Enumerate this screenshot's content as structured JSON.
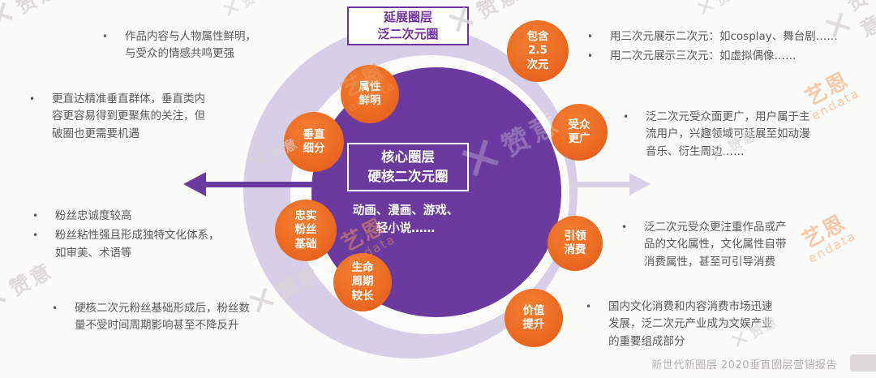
{
  "slide": {
    "footer_source": "新世代新圈层 2020垂直圈层营销报告"
  },
  "diagram": {
    "extended_layer_label": "延展圈层\n泛二次元圈",
    "core": {
      "title": "核心圈层\n硬核二次元圈",
      "examples": "动画、漫画、游戏、\n轻小说……"
    },
    "core_badges": [
      {
        "label": "属性\n鲜明"
      },
      {
        "label": "垂直\n细分"
      },
      {
        "label": "忠实\n粉丝\n基础"
      },
      {
        "label": "生命\n周期\n较长"
      }
    ],
    "extended_badges": [
      {
        "label": "包含\n2.5\n次元"
      },
      {
        "label": "受众\n更广"
      },
      {
        "label": "引领\n消费"
      },
      {
        "label": "价值\n提升"
      }
    ]
  },
  "notes": {
    "core_left": [
      {
        "items": [
          "作品内容与人物属性鲜明，\n与受众的情感共鸣更强"
        ]
      },
      {
        "items": [
          "更直达精准垂直群体，垂直类内\n容更容易得到更聚焦的关注，但\n破圈也更需要机遇"
        ]
      },
      {
        "items": [
          "粉丝忠诚度较高",
          "粉丝粘性强且形成独特文化体系，\n如审美、术语等"
        ]
      },
      {
        "items": [
          "硬核二次元粉丝基础形成后，粉丝数\n量不受时间周期影响甚至不降反升"
        ]
      }
    ],
    "extended_right": [
      {
        "items": [
          "用三次元展示二次元：如cosplay、舞台剧……",
          "用二次元展示三次元：如虚拟偶像……"
        ]
      },
      {
        "items": [
          "泛二次元受众面更广，用户属于主\n流用户，兴趣领域可延展至如动漫\n音乐、衍生周边……"
        ]
      },
      {
        "items": [
          "泛二次元受众更注重作品或产\n品的文化属性，文化属性自带\n消费属性，甚至可引导消费"
        ]
      },
      {
        "items": [
          "国内文化消费和内容消费市场迅速\n发展，泛二次元产业成为文娱产业\n的重要组成部分"
        ]
      }
    ]
  },
  "watermarks": {
    "zanyi_mark": "✕",
    "zanyi_text": "赞意",
    "endata_cn": "艺恩",
    "endata_en": "endata"
  },
  "colors": {
    "core_purple": "#6a3a9e",
    "ring_lavender": "#d7cfe8",
    "badge_orange": "#ed6c23",
    "label_purple": "#7030a0",
    "note_text": "#595959",
    "footer_gray": "#b5b0b0"
  }
}
